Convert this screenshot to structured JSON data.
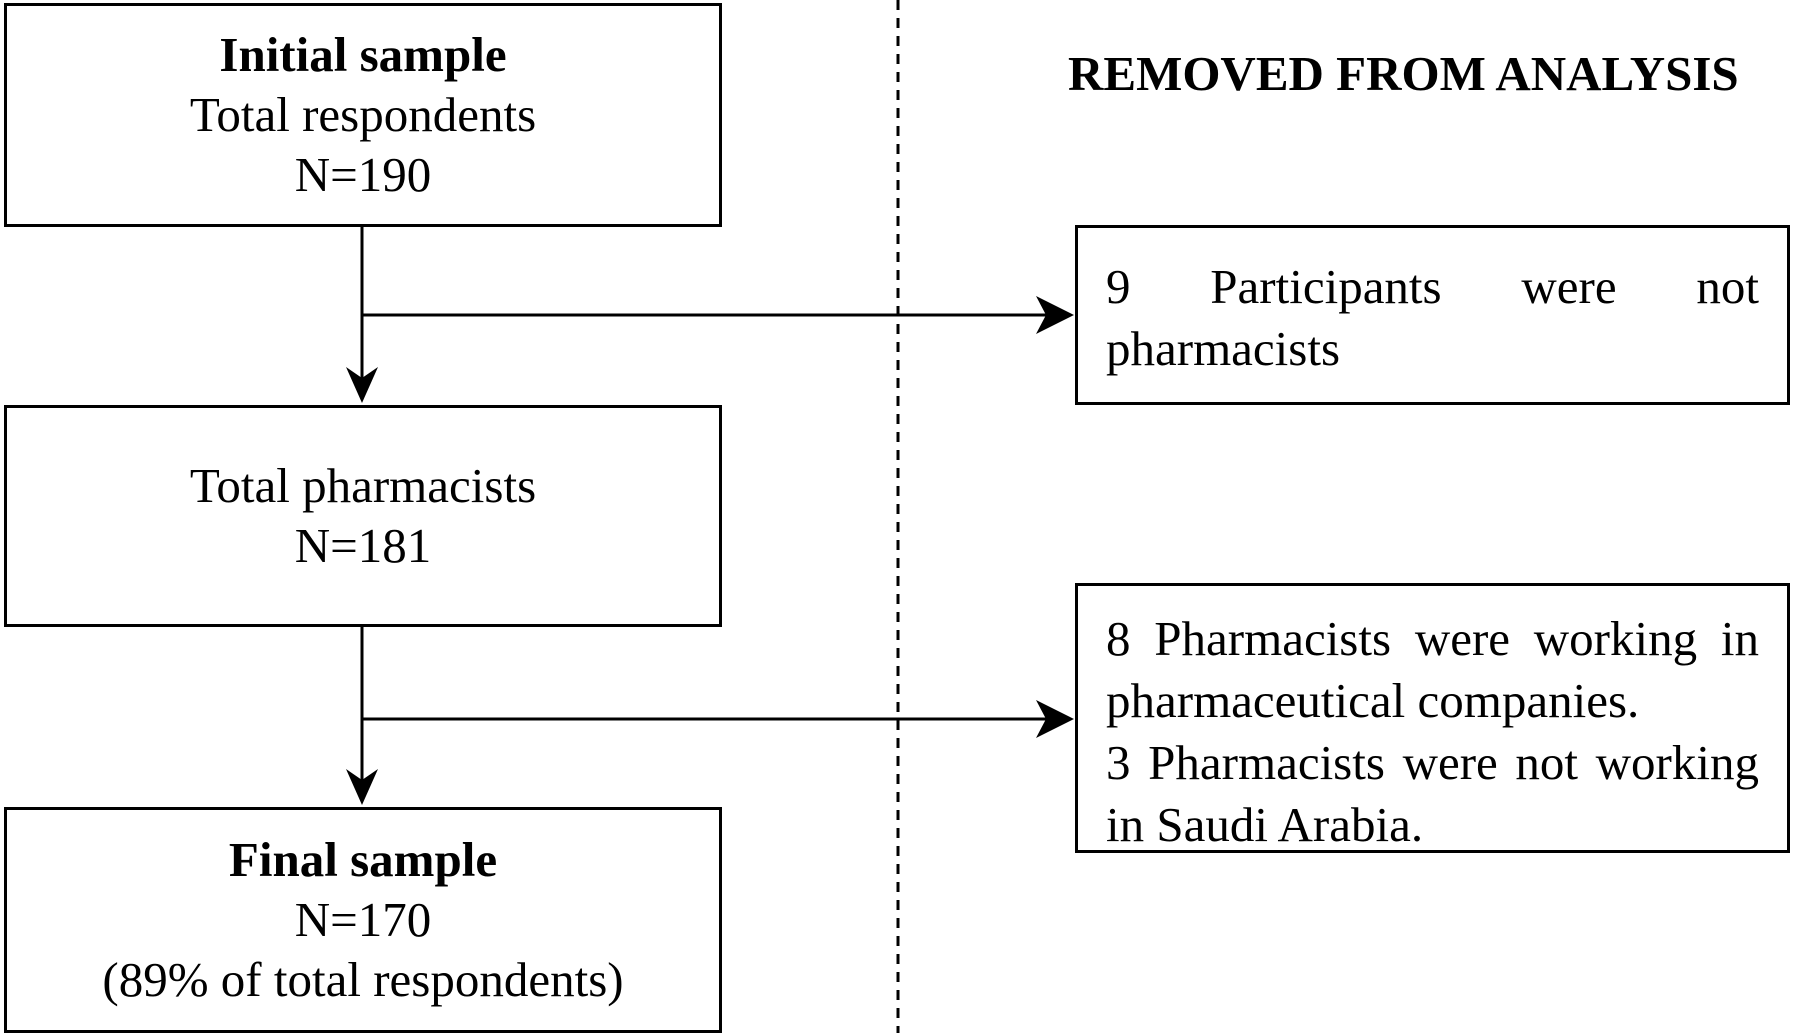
{
  "heading": "REMOVED FROM ANALYSIS",
  "boxes": {
    "initial": {
      "title": "Initial sample",
      "line1": "Total respondents",
      "line2": "N=190"
    },
    "pharmacists": {
      "line1": "Total pharmacists",
      "line2": "N=181"
    },
    "final": {
      "title": "Final sample",
      "line1": "N=170",
      "line2": "(89% of total respondents)"
    }
  },
  "removed": {
    "r1": {
      "text": "9 Participants were not pharmacists"
    },
    "r2": {
      "text1": "8 Pharmacists were working in pharmaceutical companies.",
      "text2": "3 Pharmacists were not working in Saudi Arabia."
    }
  }
}
